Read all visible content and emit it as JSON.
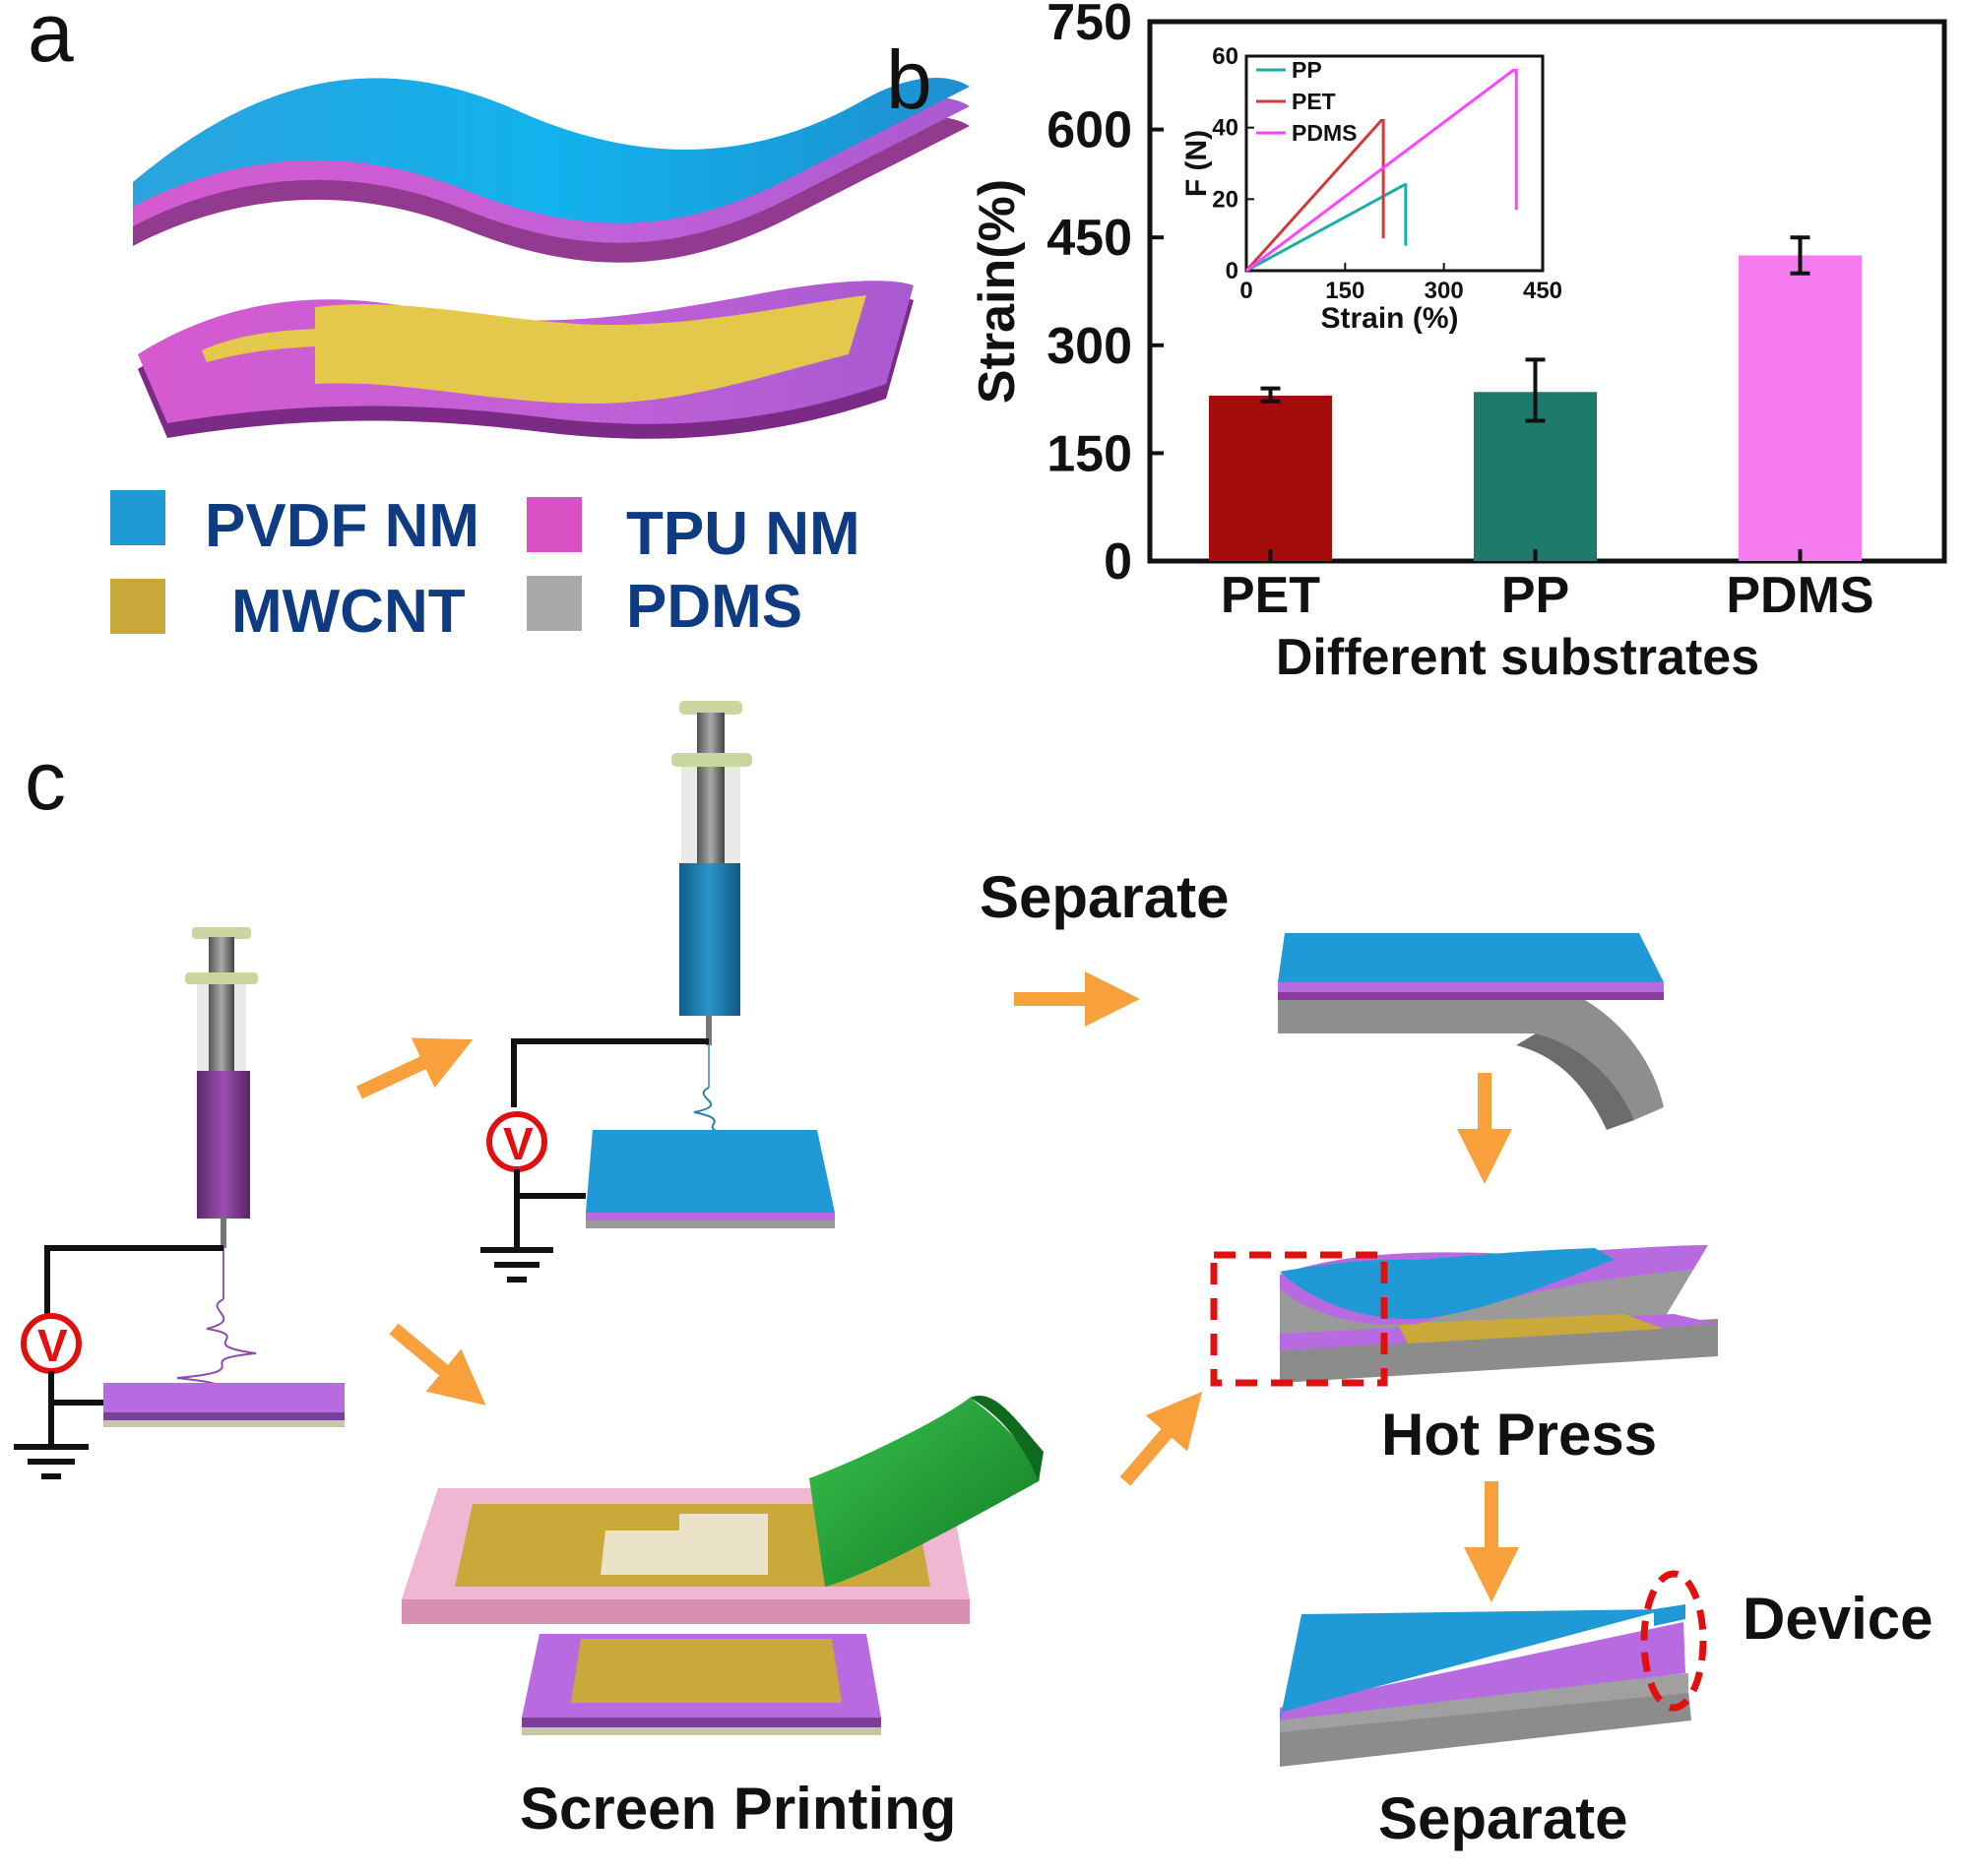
{
  "panels": {
    "a": "a",
    "b": "b",
    "c": "c"
  },
  "legend": [
    {
      "label": "PVDF NM",
      "color": "#1f9ad6"
    },
    {
      "label": "TPU NM",
      "color": "#d94fc4"
    },
    {
      "label": "MWCNT",
      "color": "#c9a93a"
    },
    {
      "label": "PDMS",
      "color": "#a9a9a9"
    }
  ],
  "chart_data": [
    {
      "type": "bar",
      "categories": [
        "PET",
        "PP",
        "PDMS"
      ],
      "values": [
        230,
        235,
        425
      ],
      "errors": [
        [
          222,
          240
        ],
        [
          195,
          280
        ],
        [
          400,
          450
        ]
      ],
      "colors": [
        "#a50d0d",
        "#1f7a6e",
        "#f77bf0"
      ],
      "xlabel": "Different substrates",
      "ylabel": "Strain(%)",
      "ylim": [
        0,
        750
      ],
      "yticks": [
        "0",
        "150",
        "300",
        "450",
        "600",
        "750"
      ]
    },
    {
      "type": "line",
      "xlabel": "Strain (%)",
      "ylabel": "F (N)",
      "xlim": [
        0,
        450
      ],
      "ylim": [
        0,
        60
      ],
      "xticks": [
        "0",
        "150",
        "300",
        "450"
      ],
      "yticks": [
        "0",
        "20",
        "40",
        "60"
      ],
      "series": [
        {
          "name": "PP",
          "color": "#1aaea8",
          "x": [
            0,
            240,
            242,
            242
          ],
          "y": [
            0,
            24,
            24,
            7
          ]
        },
        {
          "name": "PET",
          "color": "#d43a3a",
          "x": [
            0,
            205,
            208,
            208
          ],
          "y": [
            0,
            42,
            42,
            9
          ]
        },
        {
          "name": "PDMS",
          "color": "#ff44ff",
          "x": [
            0,
            405,
            410,
            410
          ],
          "y": [
            0,
            56,
            56,
            17
          ]
        }
      ]
    }
  ],
  "process": {
    "separate_top": "Separate",
    "hot_press": "Hot Press",
    "device": "Device",
    "separate_bottom": "Separate",
    "screen_printing": "Screen Printing"
  },
  "colors": {
    "blue": "#1f9ad6",
    "purple": "#b86be0",
    "gold": "#c9a93a",
    "gray": "#9a9a9a",
    "orange": "#f7a03c",
    "red": "#e01010",
    "green": "#1ea23c"
  }
}
